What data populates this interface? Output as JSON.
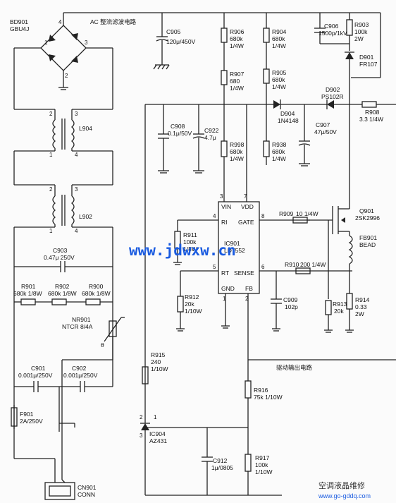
{
  "labels": {
    "bd901": "BD901",
    "bd901_part": "GBU4J",
    "ac_filter": "AC 整流滤波电路",
    "drive_output": "驱动输出电路",
    "c905": "C905",
    "c905_val": "120μ/450V",
    "c906": "C906",
    "c906_val": "1500p/1kV",
    "r903": "R903",
    "r903_val1": "100k",
    "r903_val2": "2W",
    "d901": "D901",
    "d901_part": "FR107",
    "r906": "R906",
    "r906_val1": "680k",
    "r906_val2": "1/4W",
    "r904": "R904",
    "r904_val1": "680k",
    "r904_val2": "1/4W",
    "r907": "R907",
    "r907_val1": "680",
    "r907_val2": "1/4W",
    "r905": "R905",
    "r905_val1": "680k",
    "r905_val2": "1/4W",
    "d902": "D902",
    "d902_part": "PS102R",
    "r908": "R908",
    "r908_val": "3.3 1/4W",
    "d904": "D904",
    "d904_part": "1N4148",
    "c907": "C907",
    "c907_val": "47μ/50V",
    "c908": "C908",
    "c908_val": "0.1μ/50V",
    "c922": "C922",
    "c922_val": "4.7μ",
    "l904": "L904",
    "l902": "L902",
    "r998": "R998",
    "r998_val1": "680k",
    "r998_val2": "1/4W",
    "r938": "R938",
    "r938_val1": "680k",
    "r938_val2": "1/4W",
    "ic901": "IC901",
    "ic901_part": "LD7552",
    "ic_vin": "VIN",
    "ic_vdd": "VDD",
    "ic_ri": "RI",
    "ic_gate": "GATE",
    "ic_rt": "RT",
    "ic_sense": "SENSE",
    "ic_gnd": "GND",
    "ic_fb": "FB",
    "r909": "R909",
    "r909_val": "10 1/4W",
    "q901": "Q901",
    "q901_part": "2SK2996",
    "fb901": "FB901",
    "fb901_part": "BEAD",
    "r911": "R911",
    "r911_val1": "100k",
    "r911_val2": "1/8W",
    "c903": "C903",
    "c903_val": "0.47μ 250V",
    "r910": "R910",
    "r910_val": "200 1/4W",
    "r901": "R901",
    "r901_val": "680k 1/8W",
    "r902": "R902",
    "r902_val": "680k 1/8W",
    "r900": "R900",
    "r900_val": "680k 1/8W",
    "r912": "R912",
    "r912_val1": "20k",
    "r912_val2": "1/10W",
    "c909": "C909",
    "c909_val": "102p",
    "r913": "R913",
    "r913_val": "20k",
    "r914": "R914",
    "r914_val1": "0.33",
    "r914_val2": "2W",
    "nr901": "NR901",
    "nr901_part": "NTCR 8/4A",
    "theta": "θ",
    "r915": "R915",
    "r915_val1": "240",
    "r915_val2": "1/10W",
    "c901": "C901",
    "c901_val": "0.001μ/250V",
    "c902": "C902",
    "c902_val": "0.001μ/250V",
    "r916": "R916",
    "r916_val": "75k 1/10W",
    "f901": "F901",
    "f901_val": "2A/250V",
    "ic904": "IC904",
    "ic904_part": "AZ431",
    "c912": "C912",
    "c912_val": "1μ/0805",
    "r917": "R917",
    "r917_val1": "100k",
    "r917_val2": "1/10W",
    "cn901": "CN901",
    "cn901_part": "CONN"
  },
  "pins": {
    "bd_4": "4",
    "bd_1": "1",
    "bd_3": "3",
    "bd_2": "2",
    "l904_2": "2",
    "l904_3": "3",
    "l904_1": "1",
    "l904_4": "4",
    "l902_2": "2",
    "l902_3": "3",
    "l902_1": "1",
    "l902_4": "4",
    "ic_3": "3",
    "ic_7": "7",
    "ic_4": "4",
    "ic_8": "8",
    "ic_5": "5",
    "ic_6": "6",
    "ic_1": "1",
    "ic_2": "2",
    "az_2": "2",
    "az_1": "1",
    "az_3": "3"
  },
  "watermarks": {
    "main": "www.jdwxw.cn",
    "brand": "空调液晶维修",
    "url": "www.go-gddq.com"
  },
  "colors": {
    "line": "#222222",
    "watermark_blue": "#1a5be0"
  }
}
